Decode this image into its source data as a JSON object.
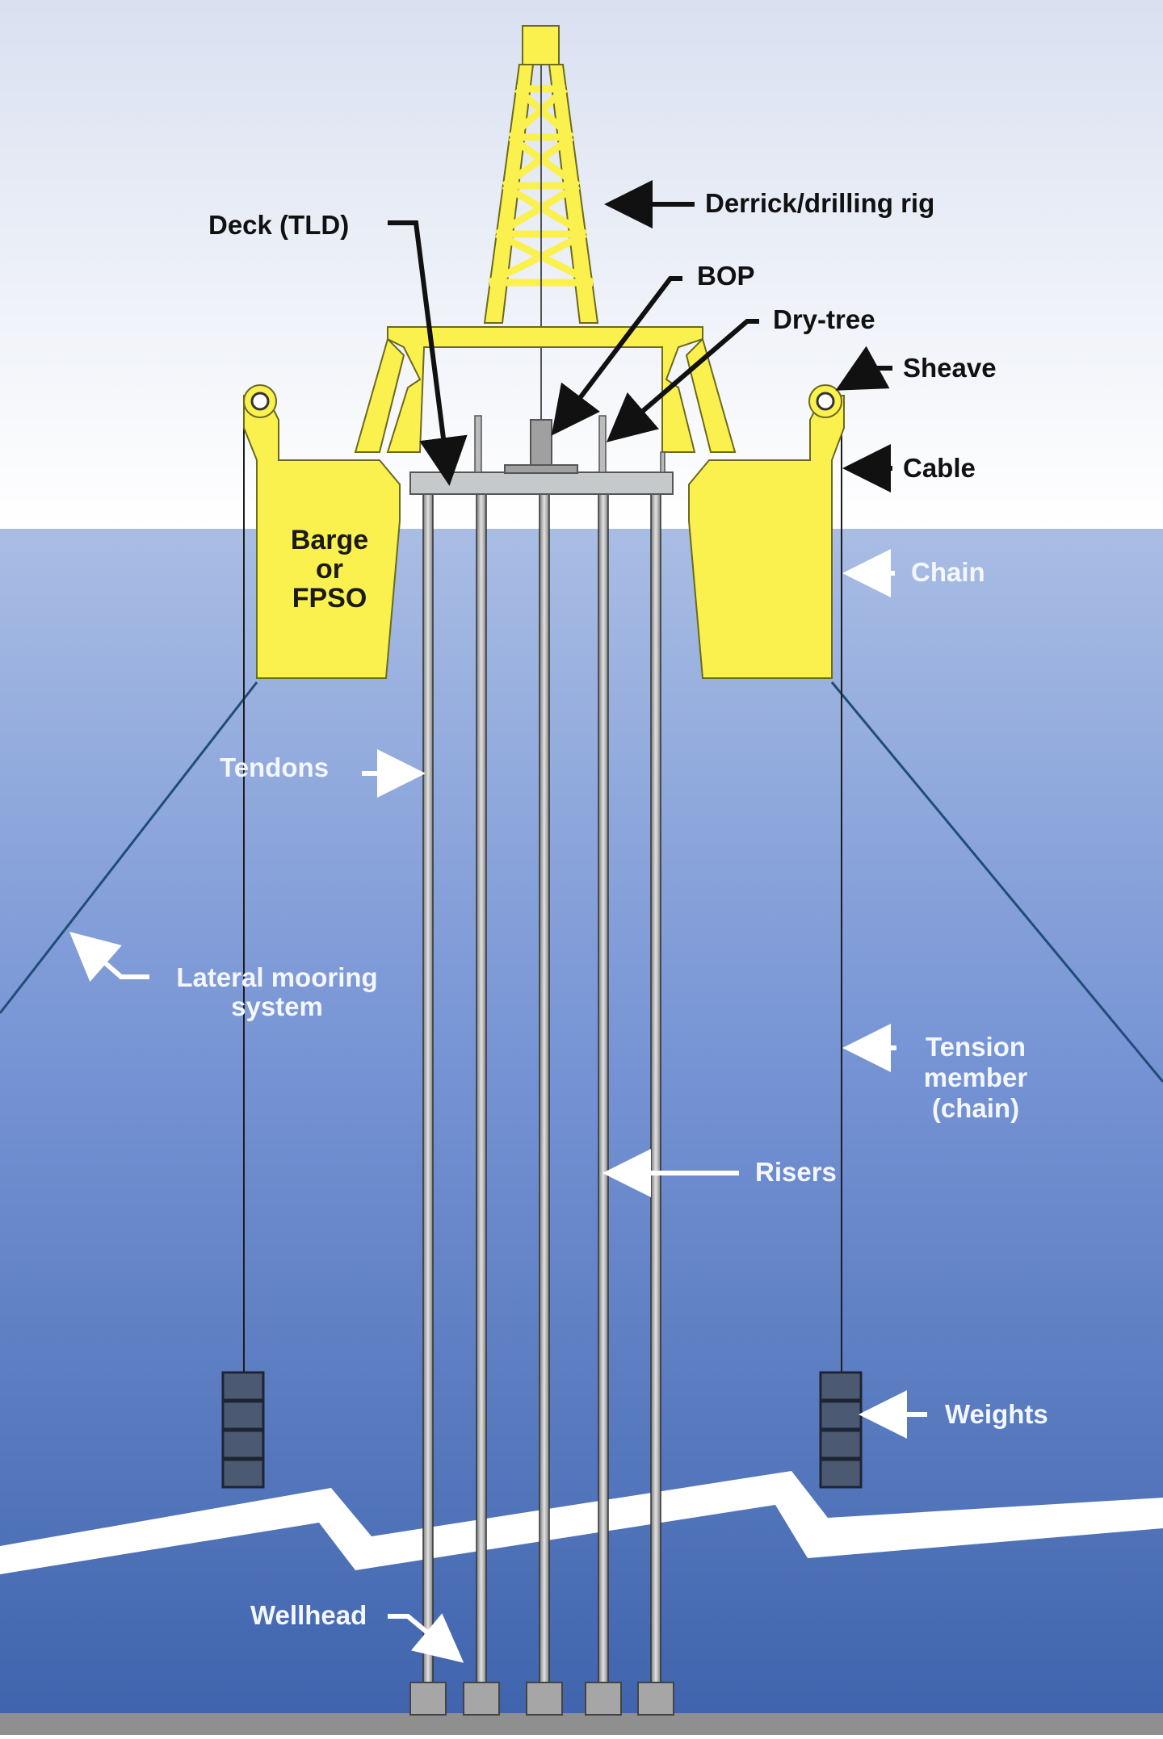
{
  "labels": {
    "derrick": "Derrick/drilling rig",
    "deck": "Deck (TLD)",
    "bop": "BOP",
    "dry_tree": "Dry-tree",
    "sheave": "Sheave",
    "cable": "Cable",
    "chain": "Chain",
    "barge_line1": "Barge",
    "barge_line2": "or",
    "barge_line3": "FPSO",
    "tendons": "Tendons",
    "lateral_line1": "Lateral mooring",
    "lateral_line2": "system",
    "tension_line1": "Tension",
    "tension_line2": "member",
    "tension_line3": "(chain)",
    "risers": "Risers",
    "weights": "Weights",
    "wellhead": "Wellhead"
  },
  "colors": {
    "sky_top": "#d9e0f0",
    "sky_bottom": "#ffffff",
    "water_top": "#a4b9e2",
    "water_mid": "#6f8fd3",
    "water_bottom": "#3f64ad",
    "structure_yellow": "#fbf14e",
    "structure_outline": "#6b6a1e",
    "riser_gray": "#bdbdbd",
    "seabed": "#8f8f8f"
  }
}
